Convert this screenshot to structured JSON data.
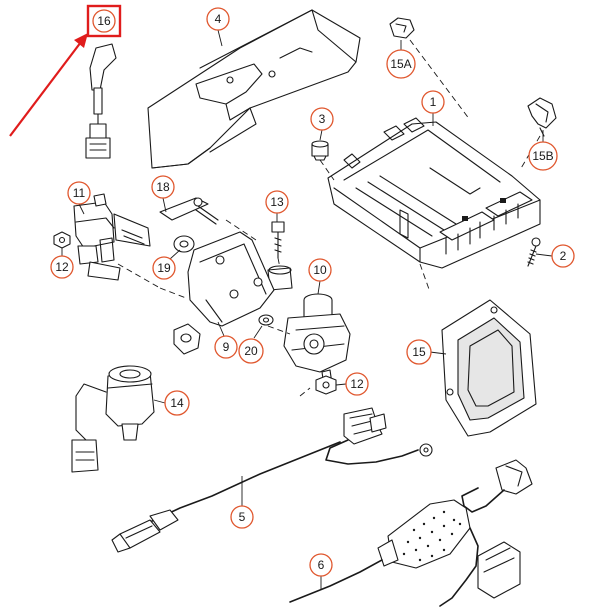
{
  "highlight_color": "#e01c1c",
  "callout_color": "#e0572e",
  "callouts": {
    "c16": "16",
    "c4": "4",
    "c15a": "15A",
    "c1": "1",
    "c3": "3",
    "c15b": "15B",
    "c11": "11",
    "c18": "18",
    "c13": "13",
    "c12a": "12",
    "c19": "19",
    "c2": "2",
    "c10": "10",
    "c9": "9",
    "c20": "20",
    "c15": "15",
    "c12b": "12",
    "c14": "14",
    "c5": "5",
    "c6": "6"
  },
  "highlighted_callout": "16"
}
